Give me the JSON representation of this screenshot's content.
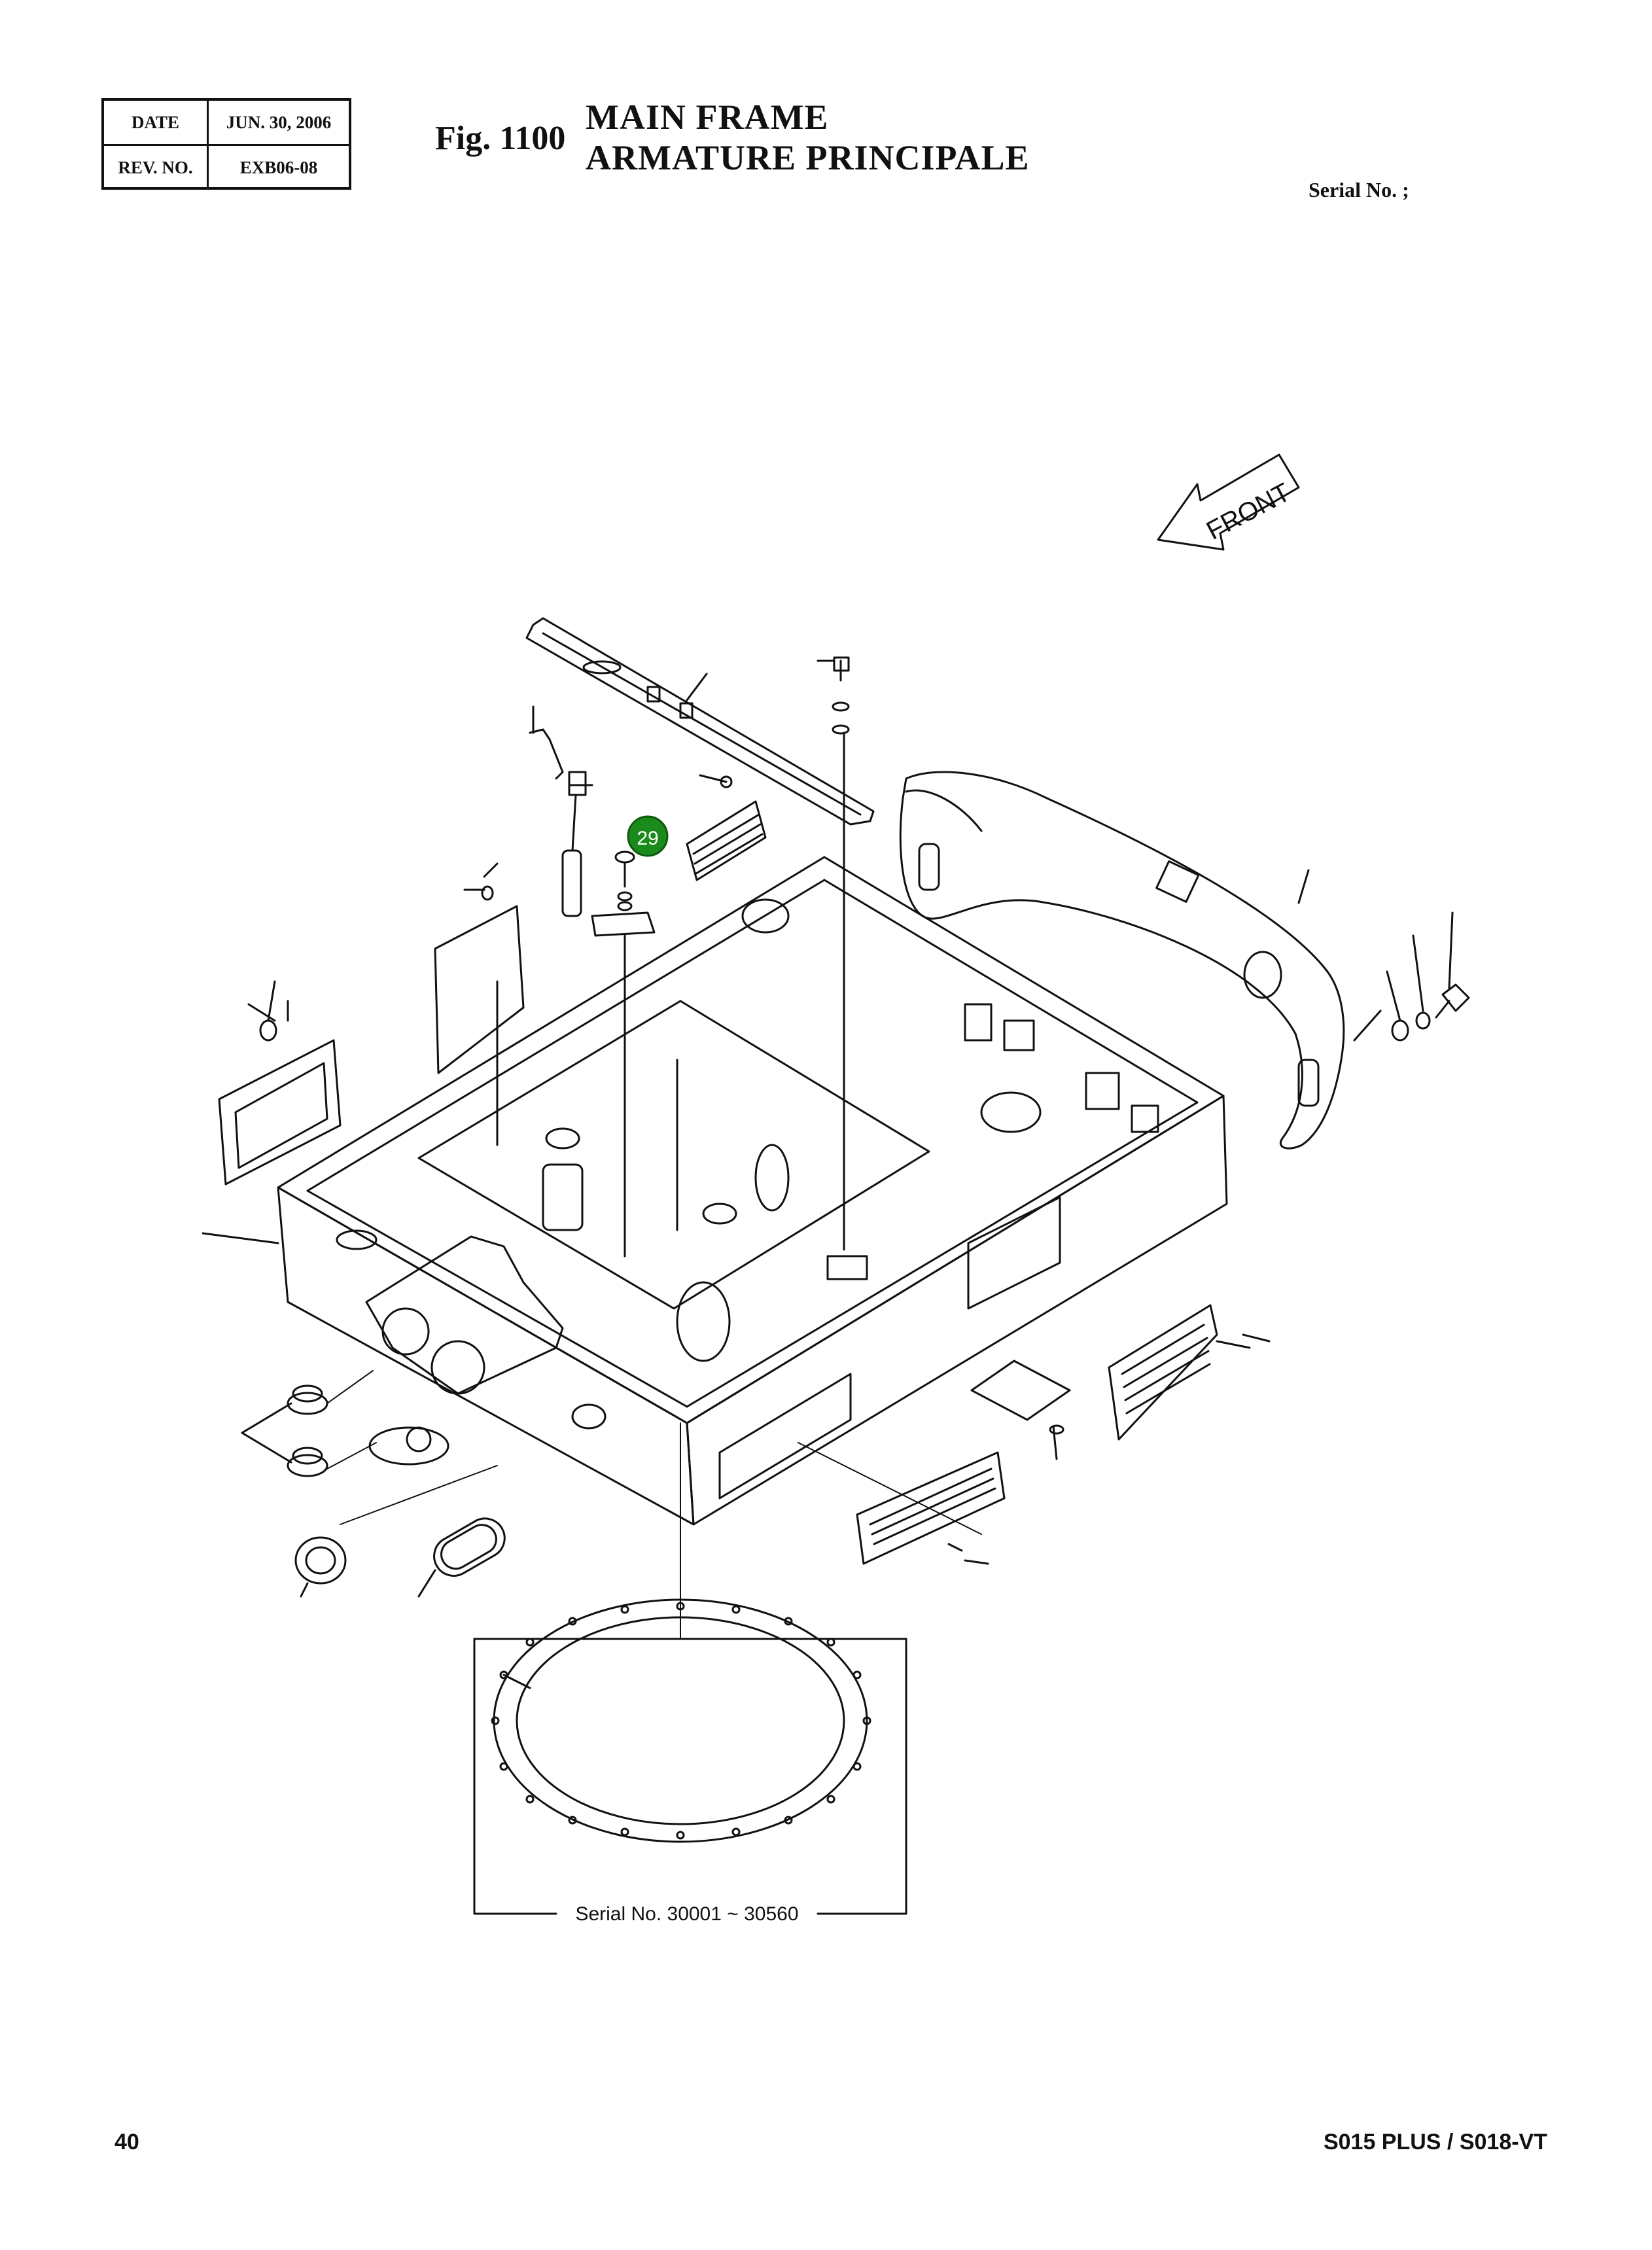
{
  "header": {
    "date_label": "DATE",
    "date_value": "JUN. 30, 2006",
    "rev_label": "REV. NO.",
    "rev_value": "EXB06-08"
  },
  "figure": {
    "number": "Fig. 1100",
    "title_en": "MAIN FRAME",
    "title_fr": "ARMATURE PRINCIPALE",
    "serial_label": "Serial No. ;"
  },
  "drawing": {
    "front_label": "FRONT",
    "callout": "29",
    "callout_color": "#1a8a1a",
    "inset_label": "Serial No. 30001 ~ 30560"
  },
  "footer": {
    "page_number": "40",
    "model": "S015 PLUS / S018-VT"
  }
}
